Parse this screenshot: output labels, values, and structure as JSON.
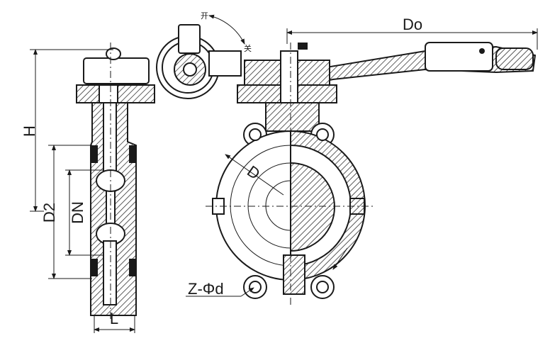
{
  "drawing": {
    "labels": {
      "handle_length": "Do",
      "height": "H",
      "bolt_circle": "D2",
      "nominal_diameter": "DN",
      "face_to_face": "L",
      "diameter": "D",
      "bolt_holes": "Z-Φd"
    },
    "top_view_marks": {
      "open": "开",
      "close": "关"
    },
    "colors": {
      "ink": "#1a1a1a",
      "background": "#ffffff"
    }
  }
}
